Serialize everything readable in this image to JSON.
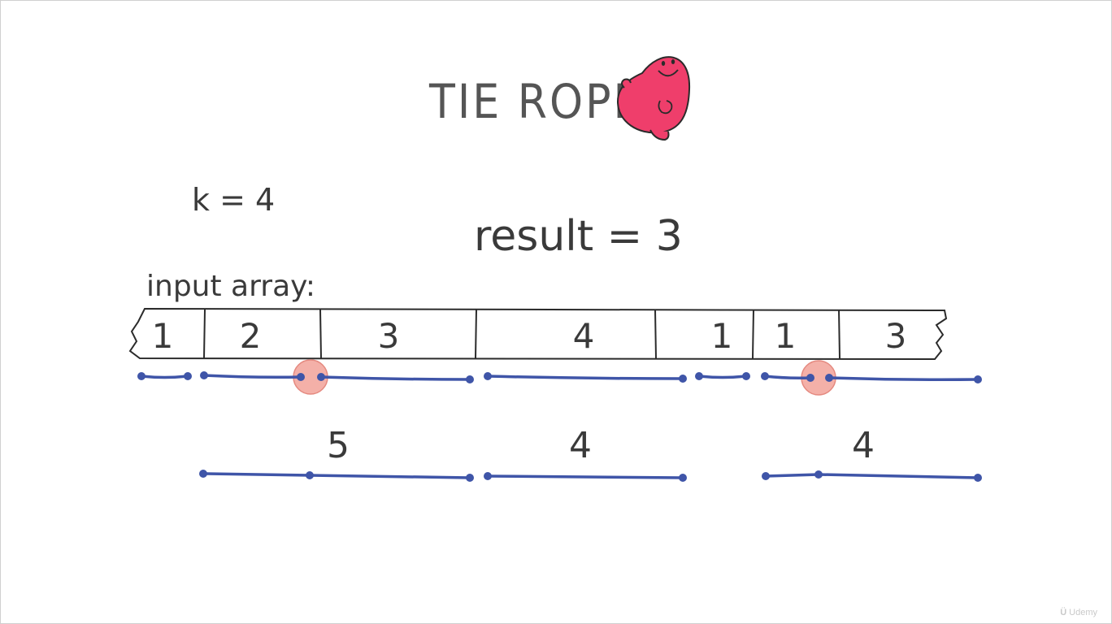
{
  "title": "TIE ROPES",
  "k_text": "k = 4",
  "result_text": "result = 3",
  "input_label": "input array:",
  "input_array": [
    1,
    2,
    3,
    4,
    1,
    1,
    3
  ],
  "tied_sums": [
    "5",
    "4",
    "4"
  ],
  "watermark": "Udemy",
  "colors": {
    "rope": "#3f55a8",
    "knot": "#f4b0a8",
    "mascot": "#ef3e6b",
    "ink": "#3a3a3a"
  }
}
